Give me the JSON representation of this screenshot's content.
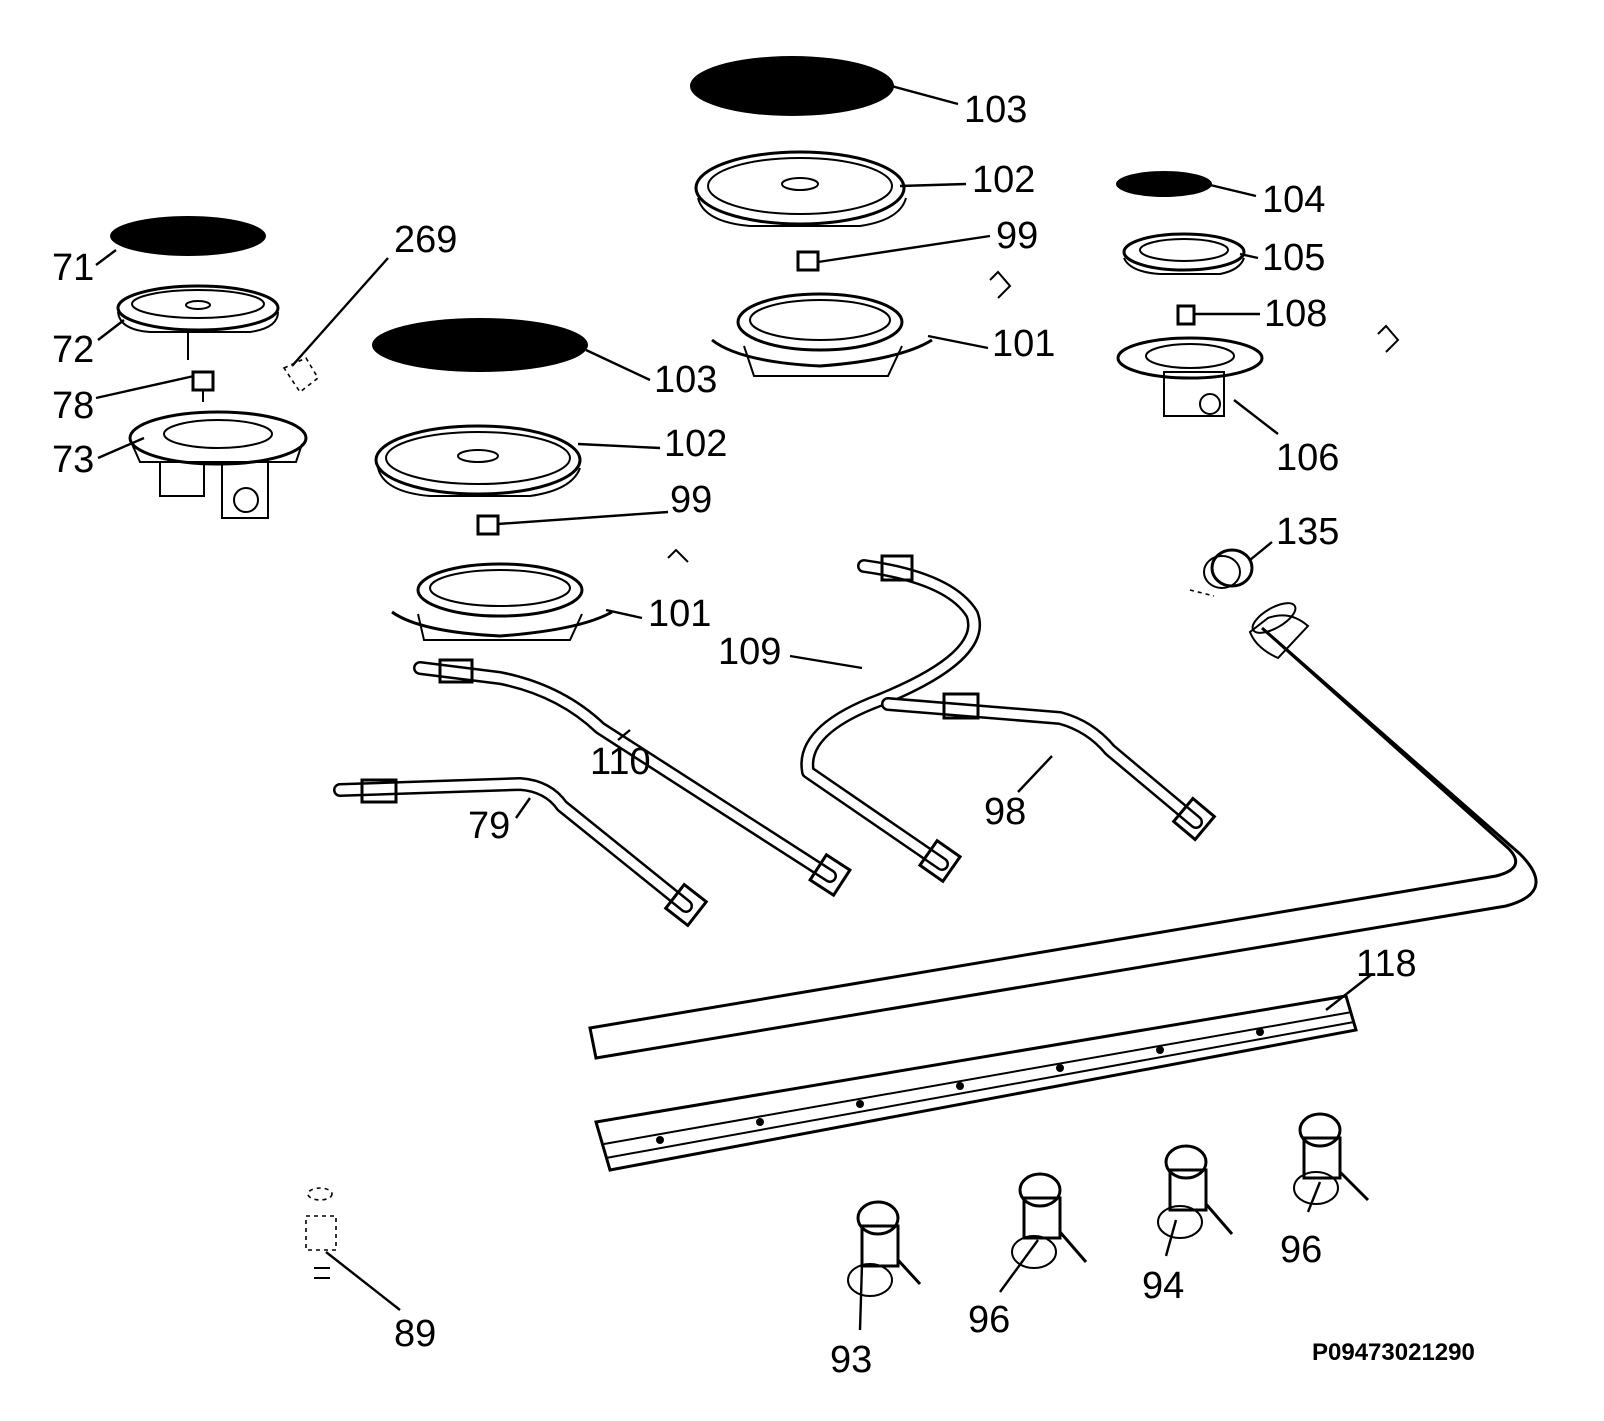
{
  "diagram": {
    "drawing_code": "P09473021290",
    "callouts": [
      {
        "id": "c71",
        "label": "71"
      },
      {
        "id": "c72",
        "label": "72"
      },
      {
        "id": "c78",
        "label": "78"
      },
      {
        "id": "c73",
        "label": "73"
      },
      {
        "id": "c269",
        "label": "269"
      },
      {
        "id": "c103a",
        "label": "103"
      },
      {
        "id": "c102a",
        "label": "102"
      },
      {
        "id": "c99a",
        "label": "99"
      },
      {
        "id": "c101a",
        "label": "101"
      },
      {
        "id": "c103b",
        "label": "103"
      },
      {
        "id": "c102b",
        "label": "102"
      },
      {
        "id": "c99b",
        "label": "99"
      },
      {
        "id": "c101b",
        "label": "101"
      },
      {
        "id": "c104",
        "label": "104"
      },
      {
        "id": "c105",
        "label": "105"
      },
      {
        "id": "c108",
        "label": "108"
      },
      {
        "id": "c106",
        "label": "106"
      },
      {
        "id": "c135",
        "label": "135"
      },
      {
        "id": "c109",
        "label": "109"
      },
      {
        "id": "c110",
        "label": "110"
      },
      {
        "id": "c79",
        "label": "79"
      },
      {
        "id": "c98",
        "label": "98"
      },
      {
        "id": "c118",
        "label": "118"
      },
      {
        "id": "c89",
        "label": "89"
      },
      {
        "id": "c93",
        "label": "93"
      },
      {
        "id": "c96a",
        "label": "96"
      },
      {
        "id": "c94",
        "label": "94"
      },
      {
        "id": "c96b",
        "label": "96"
      }
    ]
  }
}
